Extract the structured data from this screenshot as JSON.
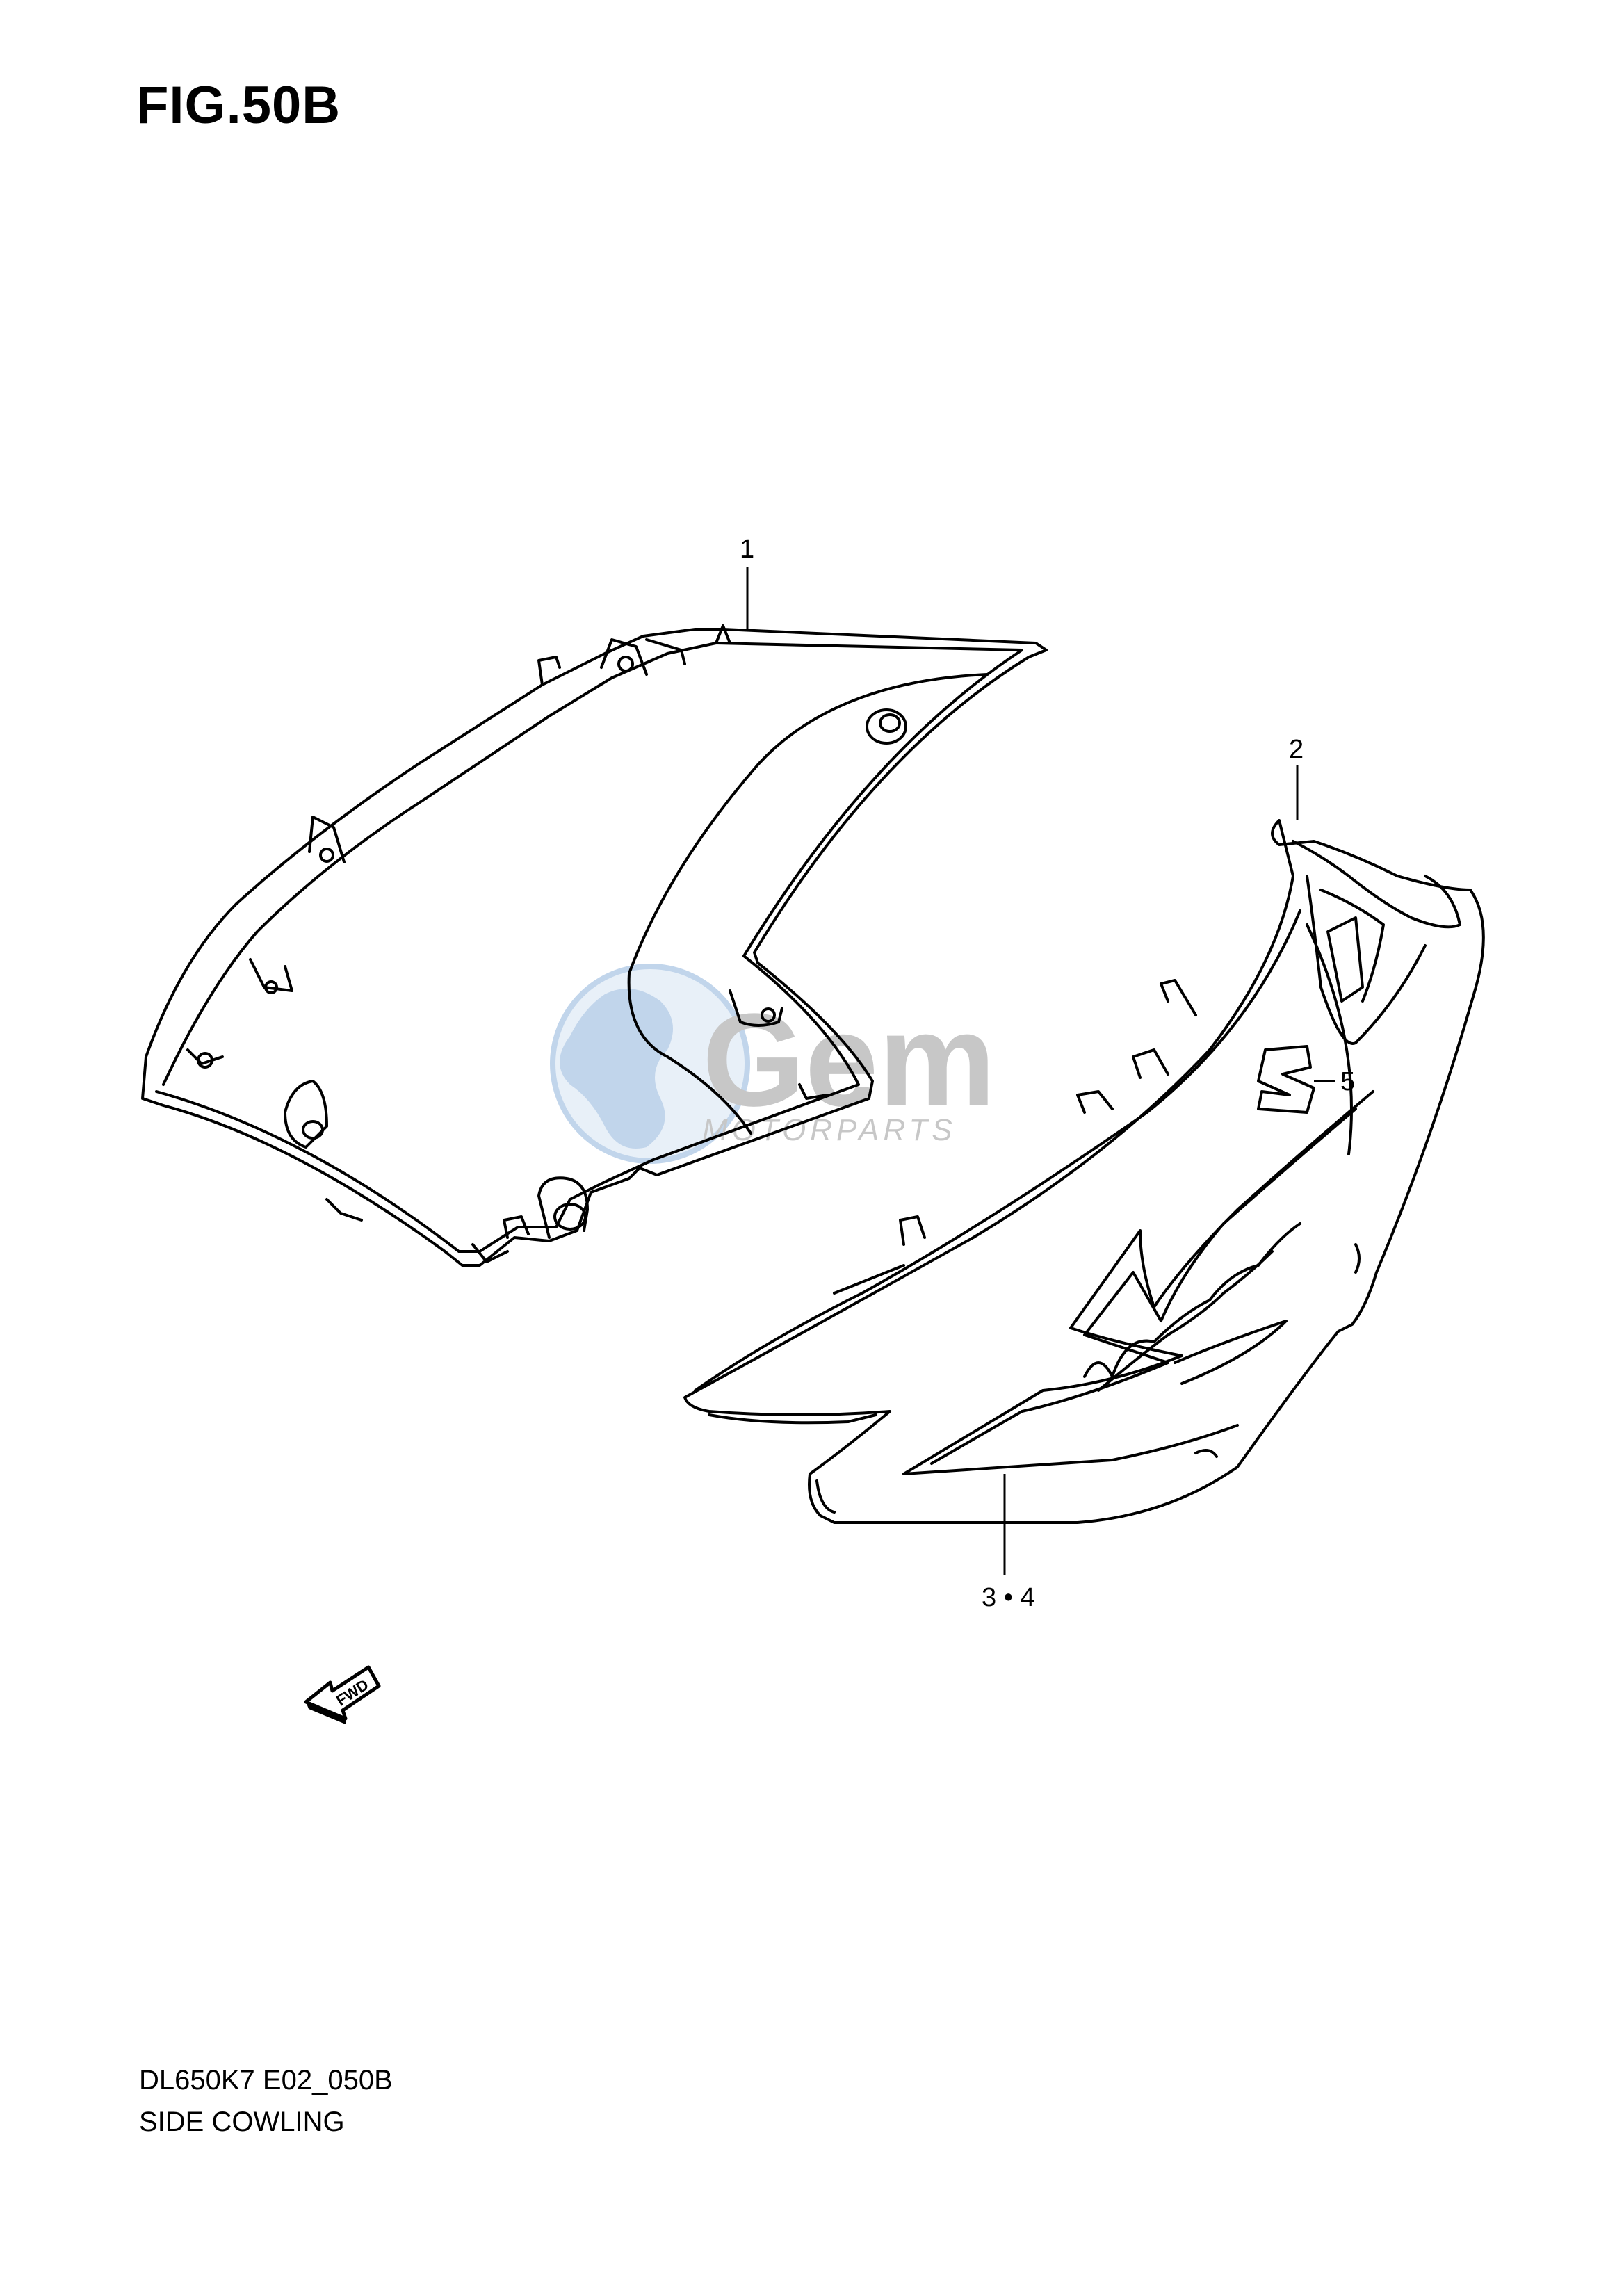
{
  "figure": {
    "title": "FIG.50B",
    "code": "DL650K7 E02_050B",
    "name": "SIDE COWLING"
  },
  "callouts": [
    {
      "id": "c1",
      "label": "1"
    },
    {
      "id": "c2",
      "label": "2"
    },
    {
      "id": "c34",
      "label": "3 • 4"
    },
    {
      "id": "c5",
      "label": "5"
    }
  ],
  "watermark": {
    "brand": "Gem",
    "tagline": "MOTORPARTS",
    "color": "#8fb3dc"
  },
  "direction_badge": {
    "label": "FWD",
    "icon": "forward-arrow-icon"
  },
  "colors": {
    "line": "#000000",
    "watermark_globe": "#b9cfea",
    "watermark_text": "#b0b0b0"
  }
}
